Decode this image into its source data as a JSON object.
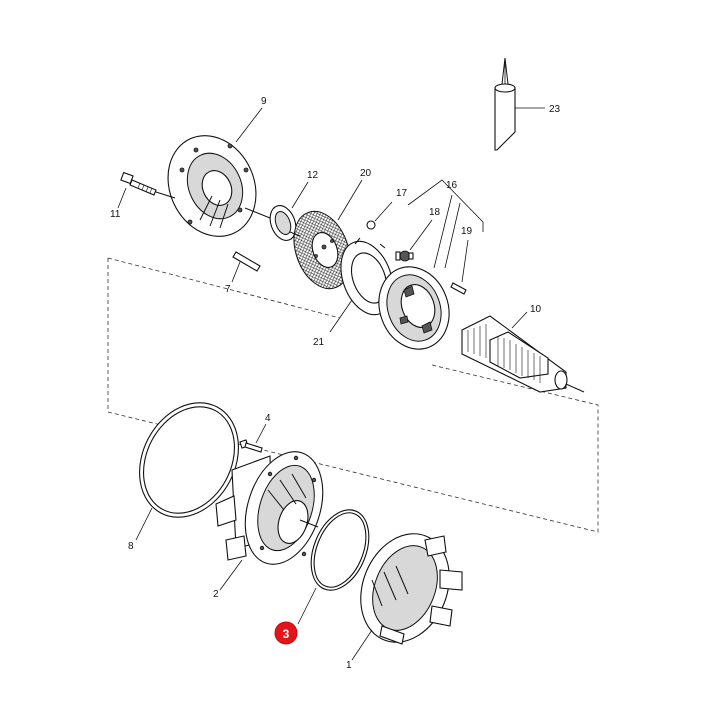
{
  "diagram": {
    "callouts": [
      {
        "key": "c1",
        "label": "1"
      },
      {
        "key": "c2",
        "label": "2"
      },
      {
        "key": "c4",
        "label": "4"
      },
      {
        "key": "c7",
        "label": "7"
      },
      {
        "key": "c8",
        "label": "8"
      },
      {
        "key": "c9",
        "label": "9"
      },
      {
        "key": "c10",
        "label": "10"
      },
      {
        "key": "c11",
        "label": "11"
      },
      {
        "key": "c12",
        "label": "12"
      },
      {
        "key": "c16",
        "label": "16"
      },
      {
        "key": "c17",
        "label": "17"
      },
      {
        "key": "c18",
        "label": "18"
      },
      {
        "key": "c19",
        "label": "19"
      },
      {
        "key": "c20",
        "label": "20"
      },
      {
        "key": "c21",
        "label": "21"
      },
      {
        "key": "c23",
        "label": "23"
      }
    ],
    "highlight": {
      "label": "3",
      "color": "#e3151a"
    }
  }
}
